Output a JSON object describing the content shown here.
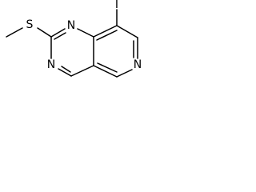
{
  "atoms": {
    "iodine": "I",
    "sulfur": "S",
    "n1": "N",
    "n3": "N",
    "n6": "N"
  }
}
